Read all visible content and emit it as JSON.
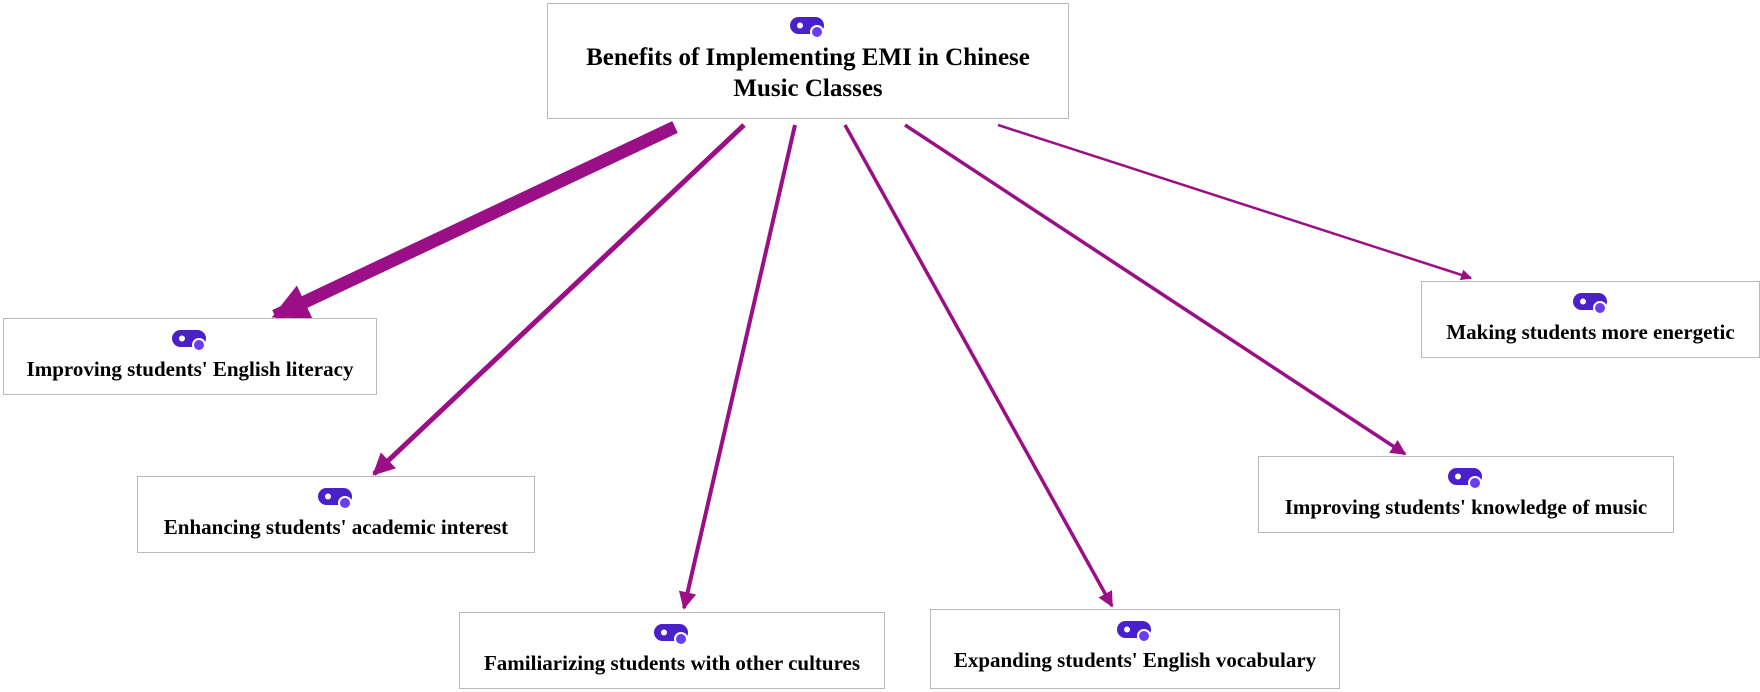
{
  "diagram": {
    "root": {
      "label": "Benefits of Implementing EMI in Chinese Music Classes",
      "icon": "concept-tag-icon"
    },
    "nodes": [
      {
        "id": "literacy",
        "label": "Improving students' English literacy",
        "icon": "concept-tag-icon"
      },
      {
        "id": "academic",
        "label": "Enhancing students' academic interest",
        "icon": "concept-tag-icon"
      },
      {
        "id": "cultures",
        "label": "Familiarizing students with other cultures",
        "icon": "concept-tag-icon"
      },
      {
        "id": "vocabulary",
        "label": "Expanding students' English vocabulary",
        "icon": "concept-tag-icon"
      },
      {
        "id": "music",
        "label": "Improving students' knowledge of music",
        "icon": "concept-tag-icon"
      },
      {
        "id": "energetic",
        "label": "Making students more energetic",
        "icon": "concept-tag-icon"
      }
    ],
    "edges": [
      {
        "from": "root",
        "to": "literacy"
      },
      {
        "from": "root",
        "to": "academic"
      },
      {
        "from": "root",
        "to": "cultures"
      },
      {
        "from": "root",
        "to": "vocabulary"
      },
      {
        "from": "root",
        "to": "music"
      },
      {
        "from": "root",
        "to": "energetic"
      }
    ]
  },
  "colors": {
    "arrow": "#9a0f86",
    "icon_fill": "#4a21c9",
    "icon_dot": "#6a3cf5",
    "box_border": "#b9b9b9"
  }
}
